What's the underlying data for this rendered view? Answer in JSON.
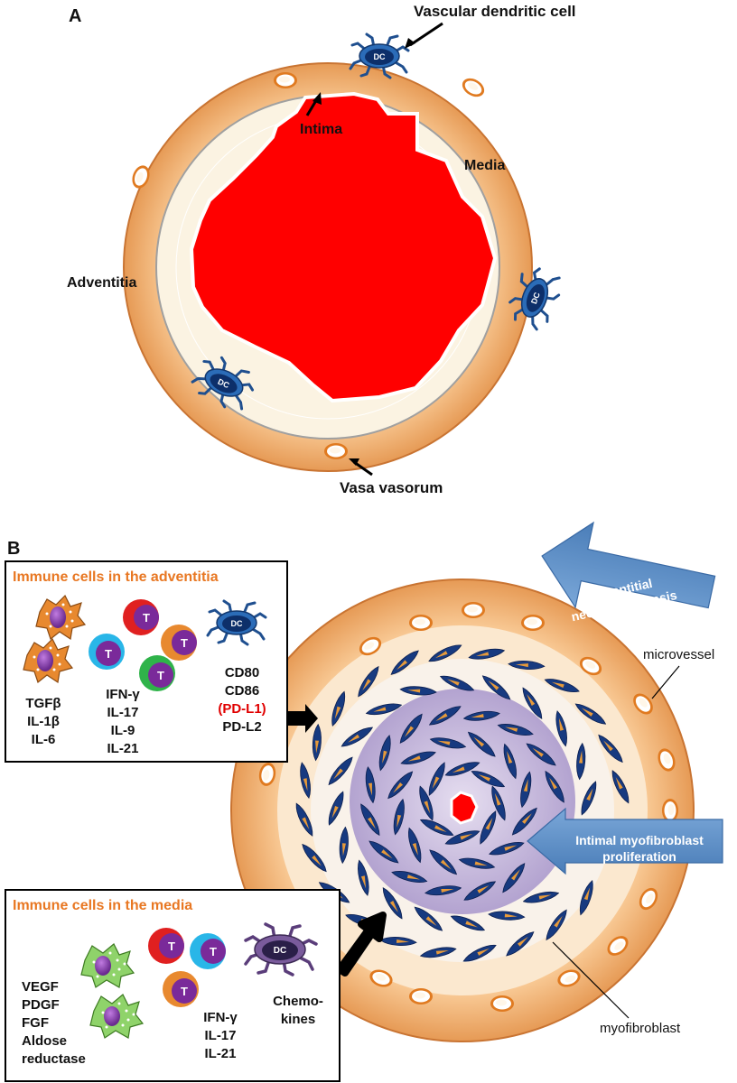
{
  "panel_a": {
    "letter": "A",
    "labels": {
      "vascular_dc": "Vascular dendritic cell",
      "intima": "Intima",
      "media": "Media",
      "adventitia": "Adventitia",
      "vasa_vasorum": "Vasa vasorum"
    },
    "dc_label": "DC"
  },
  "panel_b": {
    "letter": "B",
    "adventitia_box": {
      "title": "Immune cells in the adventitia",
      "col1": [
        "TGFβ",
        "IL-1β",
        "IL-6"
      ],
      "col2": [
        "IFN-γ",
        "IL-17",
        "IL-9",
        "IL-21"
      ],
      "col3": [
        "CD80",
        "CD86",
        "(PD-L1)",
        "PD-L2"
      ],
      "t_label": "T",
      "dc_label": "DC"
    },
    "media_box": {
      "title": "Immune cells in the media",
      "col1": [
        "VEGF",
        "PDGF",
        "FGF",
        "Aldose",
        "reductase"
      ],
      "col2": [
        "IFN-γ",
        "IL-17",
        "IL-21"
      ],
      "col3": [
        "Chemo-",
        "kines"
      ],
      "t_label": "T",
      "dc_label": "DC"
    },
    "arrow_adventitial": [
      "Adventitial",
      "neo-angiogenesis"
    ],
    "arrow_intimal": [
      "Intimal myofibroblast",
      "proliferation"
    ],
    "microvessel": "microvessel",
    "myofibroblast": "myofibroblast"
  },
  "colors": {
    "adventitia": "#f5c08a",
    "adventitia_edge": "#d9803a",
    "media": "#fbf3e2",
    "lumen": "#ff0000",
    "dc_blue": "#1f4f8f",
    "media_dc": "#5a3d7a",
    "intima_purple": "#c4b6dc",
    "pdl1_red": "#e00000",
    "title_orange": "#e87722",
    "arrow_blue": "#5b8fc8"
  }
}
